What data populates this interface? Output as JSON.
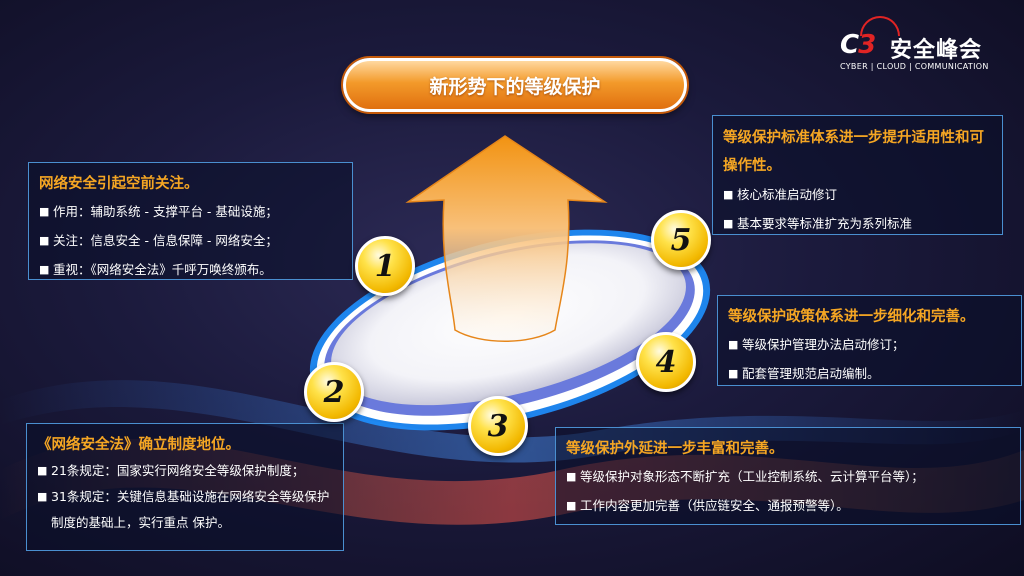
{
  "title": "新形势下的等级保护",
  "logo": {
    "mark_c": "C",
    "mark_3": "3",
    "name": "安全峰会",
    "subtitle": "CYBER | CLOUD | COMMUNICATION"
  },
  "numbers": [
    "1",
    "2",
    "3",
    "4",
    "5"
  ],
  "box1": {
    "heading": "网络安全引起空前关注。",
    "items": [
      "作用：辅助系统 - 支撑平台 - 基础设施；",
      "关注：信息安全 - 信息保障 - 网络安全；",
      "重视：《网络安全法》千呼万唤终颁布。"
    ]
  },
  "box2": {
    "heading": "《网络安全法》确立制度地位。",
    "items": [
      "21条规定：国家实行网络安全等级保护制度；",
      "31条规定：关键信息基础设施在网络安全等级保护制度的基础上，实行重点 保护。"
    ]
  },
  "box3": {
    "heading": "等级保护外延进一步丰富和完善。",
    "items": [
      "等级保护对象形态不断扩充（工业控制系统、云计算平台等）；",
      "工作内容更加完善（供应链安全、通报预警等）。"
    ]
  },
  "box4": {
    "heading": "等级保护政策体系进一步细化和完善。",
    "items": [
      "等级保护管理办法启动修订；",
      "配套管理规范启动编制。"
    ]
  },
  "box5": {
    "heading": "等级保护标准体系进一步提升适用性和可操作性。",
    "items": [
      "核心标准启动修订",
      "基本要求等标准扩充为系列标准"
    ]
  },
  "colors": {
    "accent": "#f5a623",
    "border": "#4a8fd0",
    "ring": "#3aa8ff"
  }
}
